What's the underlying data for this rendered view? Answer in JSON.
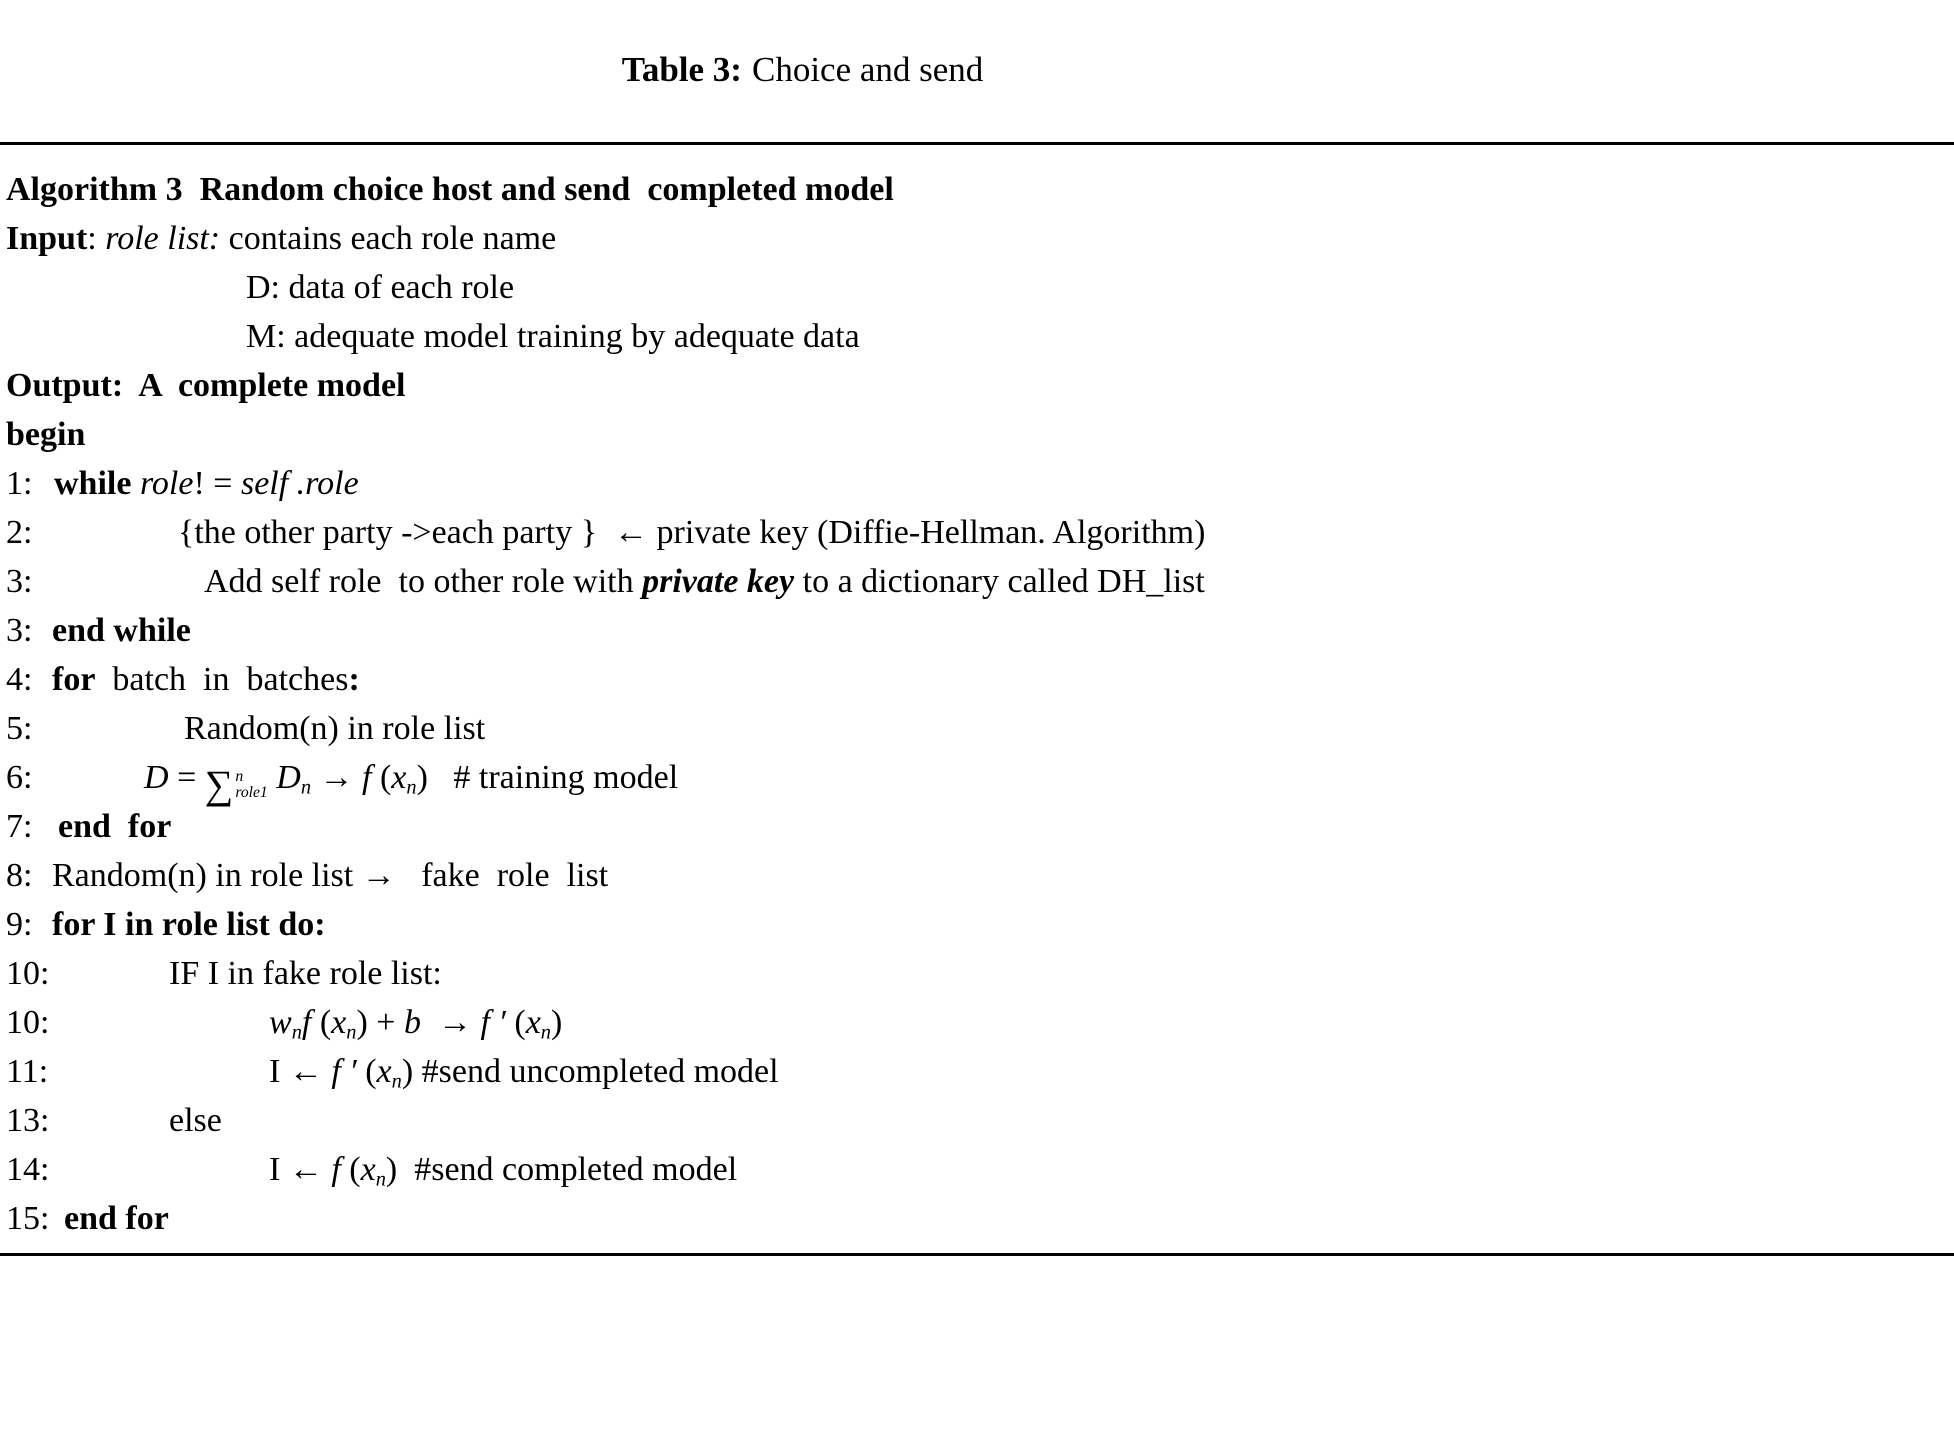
{
  "page": {
    "background": "#ffffff",
    "text_color": "#000000"
  },
  "table_caption": {
    "label": "Table 3:",
    "title": "Choice and send"
  },
  "algorithm": {
    "lines": [
      {
        "num": "",
        "indent": 0,
        "segments": [
          {
            "t": "Algorithm 3  Random choice host and send  completed model",
            "b": true
          }
        ]
      },
      {
        "num": "",
        "indent": 0,
        "segments": [
          {
            "t": "Input",
            "b": true
          },
          {
            "t": ": "
          },
          {
            "t": "role list:",
            "i": true
          },
          {
            "t": " contains each role name"
          }
        ]
      },
      {
        "num": "",
        "indent": 240,
        "segments": [
          {
            "t": "D: data of each role"
          }
        ]
      },
      {
        "num": "",
        "indent": 240,
        "segments": [
          {
            "t": "M: adequate model training by adequate data"
          }
        ]
      },
      {
        "num": "",
        "indent": 0,
        "segments": [
          {
            "t": "Output:  A  complete model",
            "b": true
          }
        ]
      },
      {
        "num": "",
        "indent": 0,
        "segments": [
          {
            "t": "begin",
            "b": true
          }
        ]
      },
      {
        "num": "1:",
        "indent": 48,
        "segments": [
          {
            "t": "while ",
            "b": true
          },
          {
            "t": "role",
            "i": true
          },
          {
            "t": "! = "
          },
          {
            "t": "self .role",
            "i": true
          }
        ]
      },
      {
        "num": "2:",
        "indent": 172,
        "segments": [
          {
            "t": "{the other party ->each party }  ← private key (Diffie-Hellman. Algorithm)"
          }
        ]
      },
      {
        "num": "3:",
        "indent": 198,
        "segments": [
          {
            "t": "Add self role  to other role with "
          },
          {
            "t": "private key",
            "bi": true
          },
          {
            "t": " to a dictionary called DH_list"
          }
        ]
      },
      {
        "num": "3:",
        "indent": 46,
        "segments": [
          {
            "t": "end while",
            "b": true
          }
        ]
      },
      {
        "num": "4:",
        "indent": 46,
        "segments": [
          {
            "t": "for",
            "b": true
          },
          {
            "t": "  batch  in  batches"
          },
          {
            "t": ":",
            "b": true
          }
        ]
      },
      {
        "num": "5:",
        "indent": 178,
        "segments": [
          {
            "t": "Random(n) in role list"
          }
        ]
      },
      {
        "num": "6:",
        "indent": 138,
        "segments": [
          {
            "t": "D",
            "i": true
          },
          {
            "t": " = "
          },
          {
            "sum": {
              "top": "n",
              "bottom": "role1"
            }
          },
          {
            "t": " "
          },
          {
            "t": "D",
            "i": true
          },
          {
            "t": "n",
            "i": true,
            "sub": true
          },
          {
            "t": " → "
          },
          {
            "t": "f",
            "i": true
          },
          {
            "t": " ("
          },
          {
            "t": "x",
            "i": true
          },
          {
            "t": "n",
            "i": true,
            "sub": true
          },
          {
            "t": ")   # training model"
          }
        ]
      },
      {
        "num": "7:",
        "indent": 52,
        "segments": [
          {
            "t": "end  for",
            "b": true
          }
        ]
      },
      {
        "num": "8:",
        "indent": 46,
        "segments": [
          {
            "t": "Random(n) in role list →   fake  role  list"
          }
        ]
      },
      {
        "num": "9:",
        "indent": 46,
        "segments": [
          {
            "t": "for I in role list do:",
            "b": true
          }
        ]
      },
      {
        "num": "10:",
        "indent": 163,
        "segments": [
          {
            "t": "IF I in fake role list:"
          }
        ]
      },
      {
        "num": "10:",
        "indent": 263,
        "segments": [
          {
            "t": "w",
            "i": true
          },
          {
            "t": "n",
            "i": true,
            "sub": true
          },
          {
            "t": "f",
            "i": true
          },
          {
            "t": " ("
          },
          {
            "t": "x",
            "i": true
          },
          {
            "t": "n",
            "i": true,
            "sub": true
          },
          {
            "t": ") + "
          },
          {
            "t": "b",
            "i": true
          },
          {
            "t": "  → "
          },
          {
            "t": "f ′",
            "i": true
          },
          {
            "t": " ("
          },
          {
            "t": "x",
            "i": true
          },
          {
            "t": "n",
            "i": true,
            "sub": true
          },
          {
            "t": ")"
          }
        ]
      },
      {
        "num": "11:",
        "indent": 263,
        "segments": [
          {
            "t": "I ← "
          },
          {
            "t": "f ′",
            "i": true
          },
          {
            "t": " ("
          },
          {
            "t": "x",
            "i": true
          },
          {
            "t": "n",
            "i": true,
            "sub": true
          },
          {
            "t": ") #send uncompleted model"
          }
        ]
      },
      {
        "num": "13:",
        "indent": 163,
        "segments": [
          {
            "t": "else"
          }
        ]
      },
      {
        "num": "14:",
        "indent": 263,
        "segments": [
          {
            "t": "I ← "
          },
          {
            "t": "f",
            "i": true
          },
          {
            "t": " ("
          },
          {
            "t": "x",
            "i": true
          },
          {
            "t": "n",
            "i": true,
            "sub": true
          },
          {
            "t": ")  #send completed model"
          }
        ]
      },
      {
        "num": "15:",
        "indent": 58,
        "segments": [
          {
            "t": "end for",
            "b": true
          }
        ]
      }
    ]
  }
}
